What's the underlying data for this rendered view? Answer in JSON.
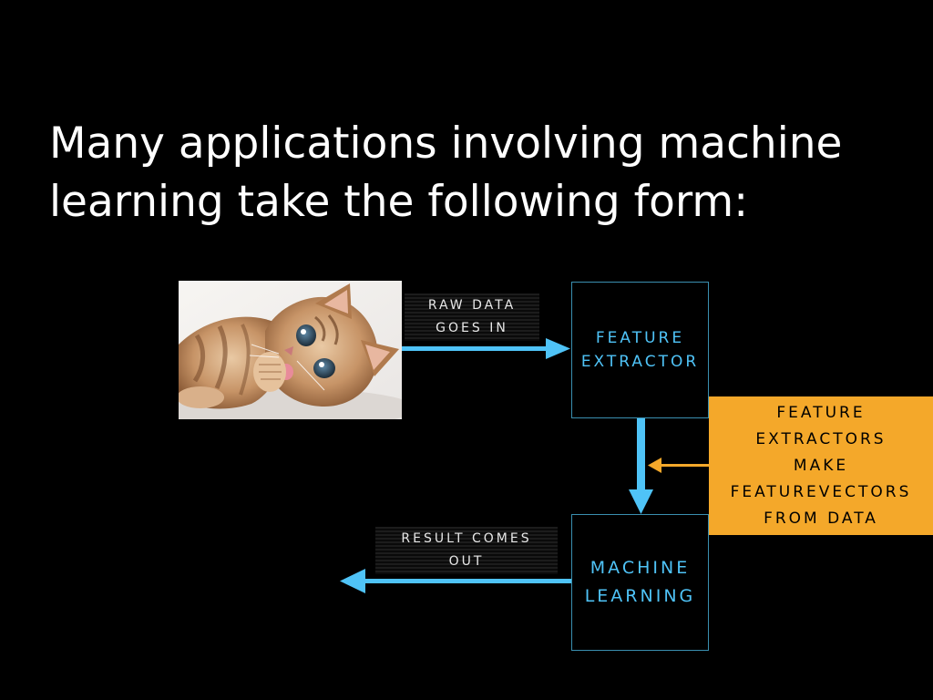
{
  "slide": {
    "title_lines": [
      "Many applications involving machine",
      "learning take the following form:"
    ]
  },
  "diagram": {
    "input_label_lines": [
      "RAW DATA",
      "GOES IN"
    ],
    "extractor_box_lines": [
      "FEATURE",
      "EXTRACTOR"
    ],
    "note_lines": [
      "FEATURE",
      "EXTRACTORS",
      "MAKE",
      "FEATUREVECTORS",
      "FROM DATA"
    ],
    "ml_box_lines": [
      "MACHINE",
      "LEARNING"
    ],
    "output_label_lines": [
      "RESULT COMES",
      "OUT"
    ]
  },
  "colors": {
    "background": "#000000",
    "arrow_blue": "#4fc3f7",
    "box_border": "#3a8fb0",
    "note_orange": "#f4a82a",
    "note_arrow": "#f4a82a"
  },
  "icons": {
    "photo": "kitten-photo"
  }
}
